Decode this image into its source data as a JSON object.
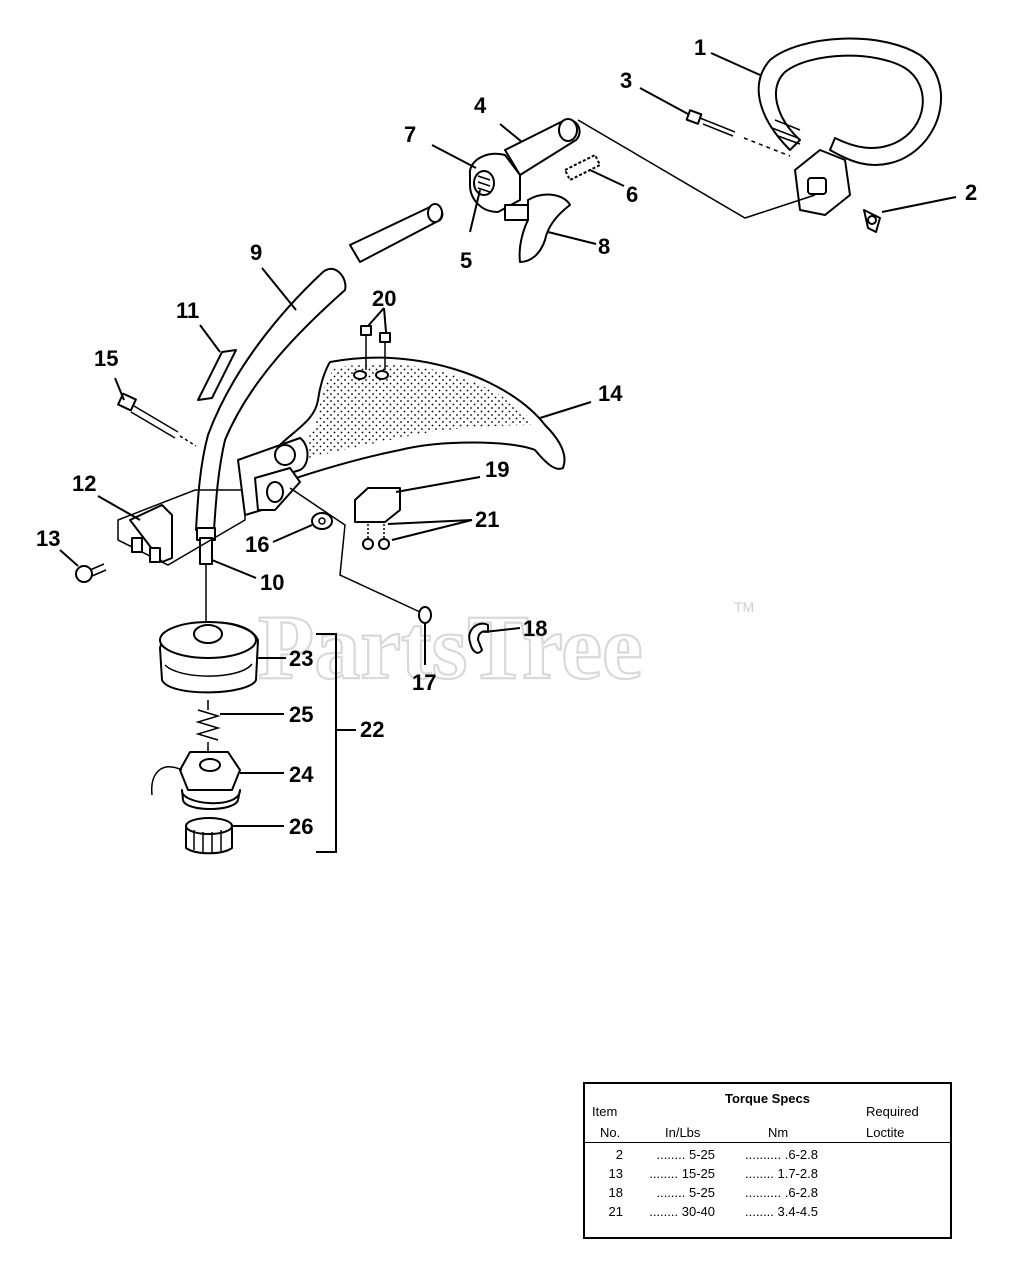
{
  "callouts": [
    "1",
    "2",
    "3",
    "4",
    "5",
    "6",
    "7",
    "8",
    "9",
    "10",
    "11",
    "12",
    "13",
    "14",
    "15",
    "16",
    "17",
    "18",
    "19",
    "20",
    "21",
    "22",
    "23",
    "24",
    "25",
    "26"
  ],
  "watermark": {
    "text": "PartsTree",
    "tm": "TM"
  },
  "torque_specs": {
    "title": "Torque Specs",
    "headers": {
      "item": "Item",
      "no": "No.",
      "inlbs": "In/Lbs",
      "nm": "Nm",
      "required": "Required",
      "loctite": "Loctite"
    },
    "rows": [
      {
        "item": "2",
        "inlbs": "........   5-25",
        "nm": "..........  .6-2.8"
      },
      {
        "item": "13",
        "inlbs": "........ 15-25",
        "nm": "........ 1.7-2.8"
      },
      {
        "item": "18",
        "inlbs": "........   5-25",
        "nm": "..........  .6-2.8"
      },
      {
        "item": "21",
        "inlbs": "........ 30-40",
        "nm": "........ 3.4-4.5"
      }
    ]
  }
}
